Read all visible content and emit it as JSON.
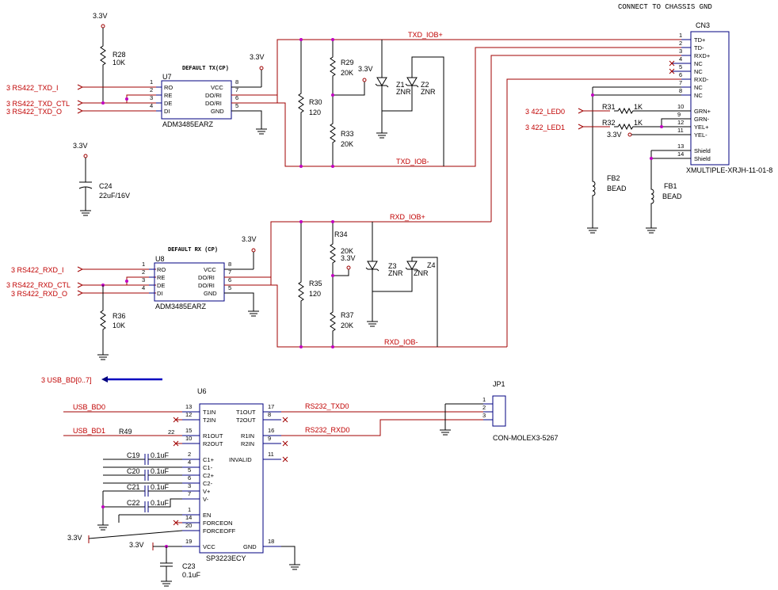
{
  "title": "CONNECT TO CHASSIS GND",
  "power": {
    "vcc": "3.3V"
  },
  "u7": {
    "ref": "U7",
    "part": "ADM3485EARZ",
    "note": "DEFAULT TX(CP)",
    "pins_left": [
      "RO",
      "RE",
      "DE",
      "DI"
    ],
    "pins_right": [
      "VCC",
      "DO/RI",
      "DO/RI",
      "GND"
    ],
    "nums_left": [
      "1",
      "2",
      "3",
      "4"
    ],
    "nums_right": [
      "8",
      "7",
      "6",
      "5"
    ]
  },
  "u8": {
    "ref": "U8",
    "part": "ADM3485EARZ",
    "note": "DEFAULT RX (CP)",
    "pins_left": [
      "RO",
      "RE",
      "DE",
      "DI"
    ],
    "pins_right": [
      "VCC",
      "DO/RI",
      "DO/RI",
      "GND"
    ],
    "nums_left": [
      "1",
      "2",
      "3",
      "4"
    ],
    "nums_right": [
      "8",
      "7",
      "6",
      "5"
    ]
  },
  "u6": {
    "ref": "U6",
    "part": "SP3223ECY",
    "pins_left": [
      "T1IN",
      "T2IN",
      "R1OUT",
      "R2OUT",
      "C1+",
      "C1-",
      "C2+",
      "C2-",
      "V+",
      "V-",
      "EN",
      "FORCEON",
      "FORCEOFF",
      "VCC"
    ],
    "nums_left": [
      "13",
      "12",
      "15",
      "10",
      "2",
      "4",
      "5",
      "6",
      "3",
      "7",
      "1",
      "14",
      "20",
      "19"
    ],
    "pins_right": [
      "T1OUT",
      "T2OUT",
      "R1IN",
      "R2IN",
      "INVALID",
      "GND"
    ],
    "nums_right": [
      "17",
      "8",
      "16",
      "9",
      "11",
      "18"
    ]
  },
  "cn3": {
    "ref": "CN3",
    "part": "XMULTIPLE-XRJH-11-01-8",
    "pins": [
      "TD+",
      "TD-",
      "RXD+",
      "NC",
      "NC",
      "RXD-",
      "NC",
      "NC",
      "GRN+",
      "GRN-",
      "YEL+",
      "YEL-",
      "Shield",
      "Shield"
    ],
    "nums": [
      "1",
      "2",
      "4",
      "5",
      "6",
      "7",
      "8",
      "3",
      "10",
      "9",
      "12",
      "11",
      "13",
      "14"
    ]
  },
  "jp1": {
    "ref": "JP1",
    "part": "CON-MOLEX3-5267",
    "nums": [
      "1",
      "2",
      "3"
    ]
  },
  "nets": {
    "txd_p": "TXD_IOB+",
    "txd_n": "TXD_IOB-",
    "rxd_p": "RXD_IOB+",
    "rxd_n": "RXD_IOB-",
    "rs232_txd": "RS232_TXD0",
    "rs232_rxd": "RS232_RXD0",
    "usb_bd0": "USB_BD0",
    "usb_bd1": "USB_BD1"
  },
  "ports": {
    "txd_i": "3  RS422_TXD_I",
    "txd_ctl": "3  RS422_TXD_CTL",
    "txd_o": "3  RS422_TXD_O",
    "rxd_i": "3  RS422_RXD_I",
    "rxd_ctl": "3  RS422_RXD_CTL",
    "rxd_o": "3  RS422_RXD_O",
    "led0": "3  422_LED0",
    "led1": "3  422_LED1",
    "usb_bd": "3  USB_BD[0..7]"
  },
  "components": {
    "r28": {
      "ref": "R28",
      "val": "10K"
    },
    "r29": {
      "ref": "R29",
      "val": "20K"
    },
    "r30": {
      "ref": "R30",
      "val": "120"
    },
    "r33": {
      "ref": "R33",
      "val": "20K"
    },
    "r34": {
      "ref": "R34",
      "val": "20K"
    },
    "r35": {
      "ref": "R35",
      "val": "120"
    },
    "r36": {
      "ref": "R36",
      "val": "10K"
    },
    "r37": {
      "ref": "R37",
      "val": "20K"
    },
    "r31": {
      "ref": "R31",
      "val": "1K"
    },
    "r32": {
      "ref": "R32",
      "val": "1K"
    },
    "r49": {
      "ref": "R49",
      "pin": "22"
    },
    "c24": {
      "ref": "C24",
      "val": "22uF/16V"
    },
    "c19": {
      "ref": "C19",
      "val": "0.1uF"
    },
    "c20": {
      "ref": "C20",
      "val": "0.1uF"
    },
    "c21": {
      "ref": "C21",
      "val": "0.1uF"
    },
    "c22": {
      "ref": "C22",
      "val": "0.1uF"
    },
    "c23": {
      "ref": "C23",
      "val": "0.1uF"
    },
    "z1": {
      "ref": "Z1",
      "val": "ZNR"
    },
    "z2": {
      "ref": "Z2",
      "val": "ZNR"
    },
    "z3": {
      "ref": "Z3",
      "val": "ZNR"
    },
    "z4": {
      "ref": "Z4",
      "val": "ZNR"
    },
    "fb1": {
      "ref": "FB1",
      "val": "BEAD"
    },
    "fb2": {
      "ref": "FB2",
      "val": "BEAD"
    }
  }
}
